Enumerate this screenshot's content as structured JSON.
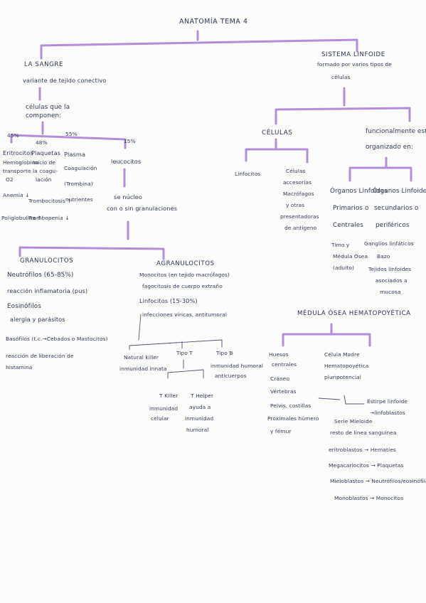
{
  "title": "ANATOMÍA TEMA 4",
  "colors": {
    "purple": "#b48cd8",
    "ink": "#2f3a5c",
    "paper": "#fcfcfb"
  },
  "sangre": {
    "title": "LA SANGRE",
    "subtitle": "variante de tejido conectivo",
    "celulas": [
      "células que la",
      "componen:"
    ],
    "pct_eritro": "45%",
    "pct_plaq": "48%",
    "pct_plasma": "55%",
    "pct_leuco": "15%",
    "eritrocitos": [
      "Eritrocitos",
      "Hemoglobina",
      "transporte",
      "O2",
      "Anemia ↓",
      "Poliglobulina ↑"
    ],
    "plaquetas": [
      "Plaquetas",
      "Inicio de",
      "la coagu-",
      "lación",
      "Trombocitosis ↑",
      "Trombopenia ↓"
    ],
    "plasma": [
      "Plasma",
      "Coagulación",
      "(Trombina)",
      "nutrientes"
    ],
    "leucocitos": "leucocitos",
    "nucleo": [
      "se núcleo",
      "con o sin granulaciones"
    ]
  },
  "granulocitos": {
    "title": "GRANULOCITOS",
    "items": [
      "Neutrófilos (65-85%)",
      "reacción inflamatoria (pus)",
      "Eosinófilos",
      "alergia y parásitos",
      "Basófilos (t.c.→Cebados o Mastocitos)",
      "reacción de liberación de",
      "histamina"
    ]
  },
  "agranulocitos": {
    "title": "AGRANULOCITOS",
    "items": [
      "Monocitos (en tejido macrófagos)",
      "fagocitosis de cuerpo extraño",
      "Linfocitos (15-30%)",
      "infecciones víricas, antitumoral"
    ],
    "nk": [
      "Natural killer",
      "inmunidad innata"
    ],
    "tipo_t": "Tipo T",
    "tipo_b": [
      "Tipo B",
      "inmunidad humoral",
      "anticuerpos"
    ],
    "t_killer": [
      "T Killer",
      "inmunidad",
      "celular"
    ],
    "t_helper": [
      "T Helper",
      "ayuda a",
      "inmunidad",
      "humoral"
    ]
  },
  "linfoide": {
    "title": "SISTEMA LINFOIDE",
    "subtitle": [
      "formado por varios tipos de",
      "células"
    ],
    "celulas": "CÉLULAS",
    "funcion": [
      "funcionalmente está",
      "organizado en:"
    ],
    "linfocitos": "Linfocitos",
    "accesorias": [
      "Células",
      "accesorias",
      "Macrófagos",
      "y otras",
      "presentadoras",
      "de antígeno"
    ],
    "primarios": [
      "Órganos Linfoides",
      "Primarios o",
      "Centrales",
      "Timo y",
      "Médula Ósea",
      "(adulto)"
    ],
    "secundarios": [
      "Órganos Linfoides",
      "secundarios o",
      "periféricos",
      "Ganglios linfáticos",
      "Bazo",
      "Tejidos linfoides",
      "asociados a",
      "mucosa"
    ]
  },
  "medula": {
    "title": "MÉDULA ÓSEA HEMATOPOYÉTICA",
    "huesos": [
      "Huesos",
      "centrales",
      "Cráneo",
      "Vértebras",
      "Pelvis, costillas",
      "Proximales húmero",
      "y fémur"
    ],
    "celula_madre": [
      "Célula Madre",
      "Hematopoyética",
      "pluripotencial"
    ],
    "serie_linfoide": [
      "Estirpe linfoide",
      "→linfoblastos"
    ],
    "serie_mieloide": [
      "Serie Mieloide",
      "resto de línea sanguínea"
    ],
    "series": [
      "eritroblastos → Hematíes",
      "Megacariocitos → Plaquetas",
      "Mieloblastos → Neutrófilos/eosinófilos",
      "Monoblastos → Monocitos"
    ]
  }
}
